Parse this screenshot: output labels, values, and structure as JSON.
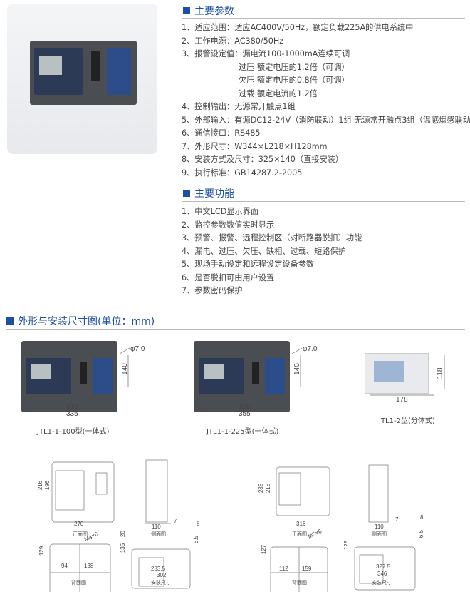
{
  "params": {
    "title": "主要参数",
    "items": [
      "1、适应范围：适应AC400V/50Hz，额定负载225A的供电系统中",
      "2、工作电源：AC380/50Hz",
      "3、报警设定值：漏电流100-1000mA连续可调",
      "过压   额定电压的1.2倍（可调）",
      "欠压   额定电压的0.8倍（可调）",
      "过载   额定电流的1.2倍",
      "4、控制输出：无源常开触点1组",
      "5、外部输入：有源DC12-24V（消防联动）1组   无源常开触点3组（温感烟感联动）",
      "6、通信接口：RS485",
      "7、外形尺寸：W344×L218×H128mm",
      "8、安装方式及尺寸：325×140（直接安装）",
      "9、执行标准：GB14287.2-2005"
    ]
  },
  "functions": {
    "title": "主要功能",
    "items": [
      "1、中文LCD显示界面",
      "2、监控参数数值实时显示",
      "3、预警、报警、远程控制区（对断路器脱扣）功能",
      "4、漏电、过压、欠压、缺相、过载、短路保护",
      "5、现场手动设定和远程设定设备参数",
      "6、是否脱扣可由用户设置",
      "7、参数密码保护"
    ]
  },
  "dimensions": {
    "title": "外形与安装尺寸图(单位：mm)",
    "models": [
      {
        "caption": "JTL1-1-100型(一体式)",
        "inner": "313",
        "outer": "335",
        "height": "140",
        "hole": "φ7.0"
      },
      {
        "caption": "JTL1-1-225型(一体式)",
        "inner": "325",
        "outer": "355",
        "height": "140",
        "hole": "φ7.0"
      },
      {
        "caption": "JTL1-2型(分体式)",
        "width": "178",
        "height": "118"
      }
    ],
    "views": {
      "front": "正面图",
      "side": "侧面图",
      "back": "背面图",
      "mount": "安装尺寸"
    },
    "d100": {
      "h1": "216",
      "h2": "196",
      "side_w": "110",
      "side_t": "7",
      "back_w": "270",
      "back_h": "129",
      "b1": "94",
      "b2": "138",
      "screw": "M4×6",
      "m1": "20",
      "m2": "135",
      "m3": "283.5",
      "m4": "302",
      "m5": "8",
      "m6": "6.5"
    },
    "d225": {
      "h1": "238",
      "h2": "218",
      "front_w": "316",
      "side_w": "110",
      "side_t": "7",
      "back_h": "127",
      "b1": "112",
      "b2": "159",
      "screw": "M5×6",
      "m1": "128",
      "m2": "327.5",
      "m3": "346",
      "m4": "8",
      "m5": "6.5"
    }
  },
  "colors": {
    "accent": "#1f4f9e"
  }
}
